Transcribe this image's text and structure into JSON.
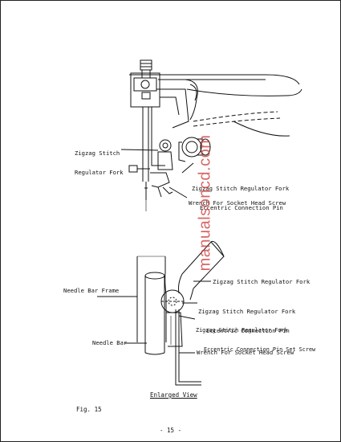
{
  "labels": {
    "top_fork_line1": "Zigzag Stitch",
    "top_fork_line2": "Regulator Fork",
    "top_pin_line1": "Zigzag Stitch Regulator Fork",
    "top_pin_line2": "Eccentric Connection Pin",
    "top_wrench": "Wrench For Socket Head Screw",
    "bottom_fork": "Zigzag Stitch Regulator Fork",
    "needle_bar_frame": "Needle Bar Frame",
    "bottom_pin_line1": "Zigzag Stitch Regulator Fork",
    "bottom_pin_line2": "Eccentric Connection Pin",
    "bottom_setscrew_line1": "Zigzag Stitch Regulator Fork",
    "bottom_setscrew_line2": "Eccentric Connection Pin Set Screw",
    "needle_bar": "Needle Bar",
    "bottom_wrench": "Wrench For Socket Head Screw"
  },
  "caption": {
    "enlarged_view": "Enlarged View",
    "figure": "Fig. 15",
    "page_number": "- 15 -"
  },
  "watermark": "manualsoncd.com",
  "colors": {
    "ink": "#111111",
    "watermark": "#cc3333"
  }
}
